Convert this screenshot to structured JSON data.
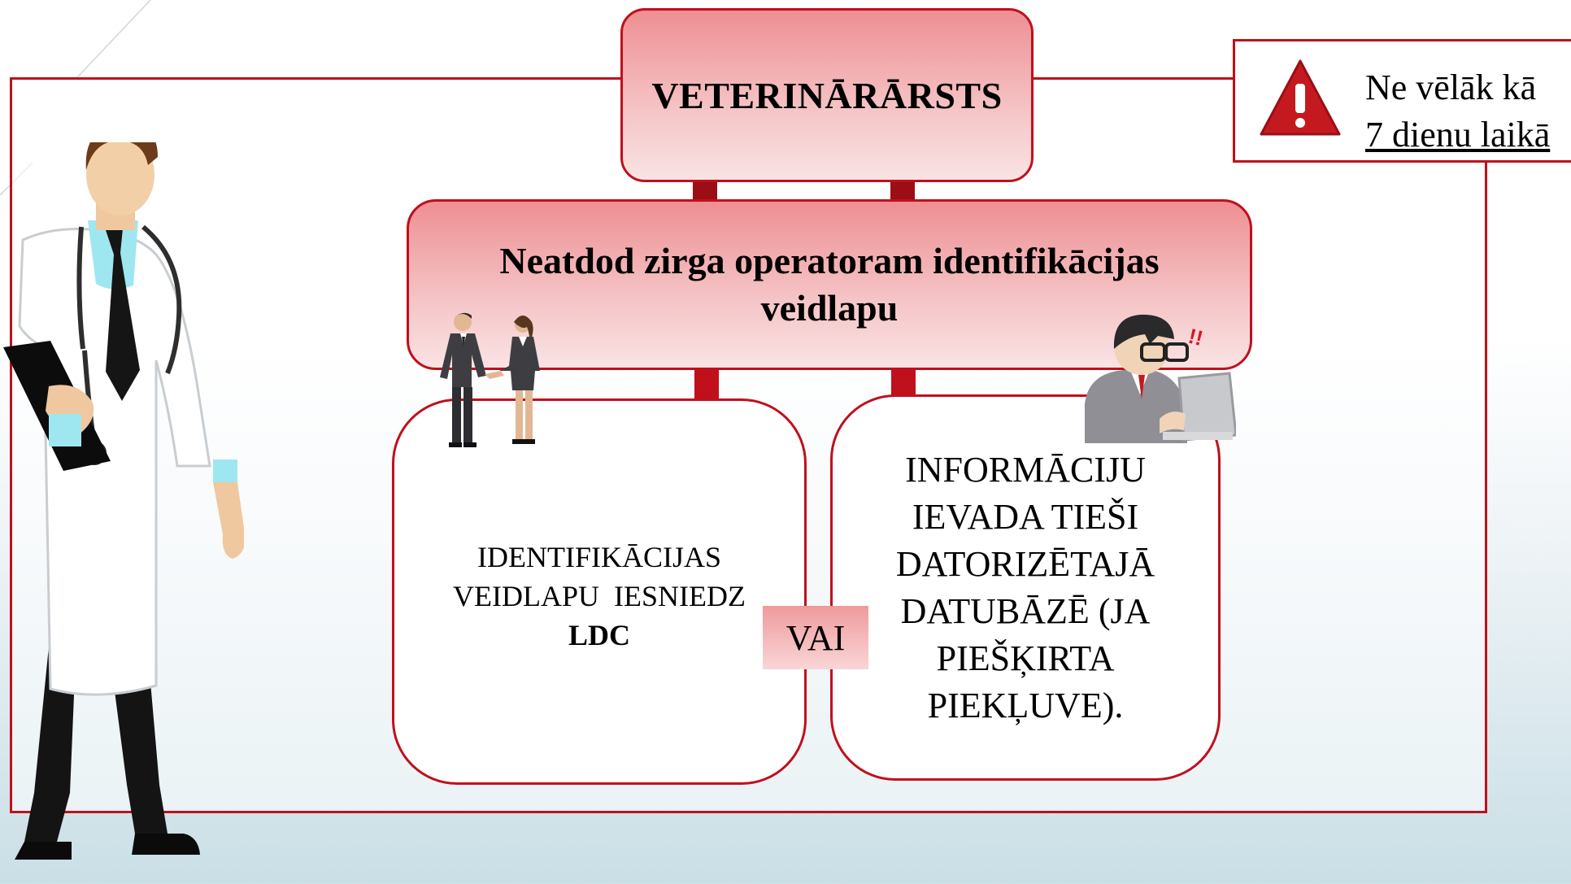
{
  "top_box": {
    "title": "VETERINĀRĀRSTS"
  },
  "middle_box": {
    "text": "Neatdod zirga operatoram identifikācijas veidlapu"
  },
  "left_option": {
    "line1": "IDENTIFIKĀCIJAS",
    "line2": "VEIDLAPU  IESNIEDZ",
    "line3_bold": "LDC"
  },
  "connector_label": "VAI",
  "right_option": {
    "text": "INFORMĀCIJU IEVADA TIEŠI DATORIZĒTAJĀ DATUBĀZĒ (JA PIEŠĶIRTA PIEKĻUVE)."
  },
  "warning": {
    "line1": "Ne vēlāk kā",
    "line2": "7 dienu laikā",
    "icon": "warning-triangle-icon"
  },
  "colors": {
    "accent_red": "#c0101c",
    "dark_red": "#9b0e16",
    "pink": "#f2aeb1"
  }
}
